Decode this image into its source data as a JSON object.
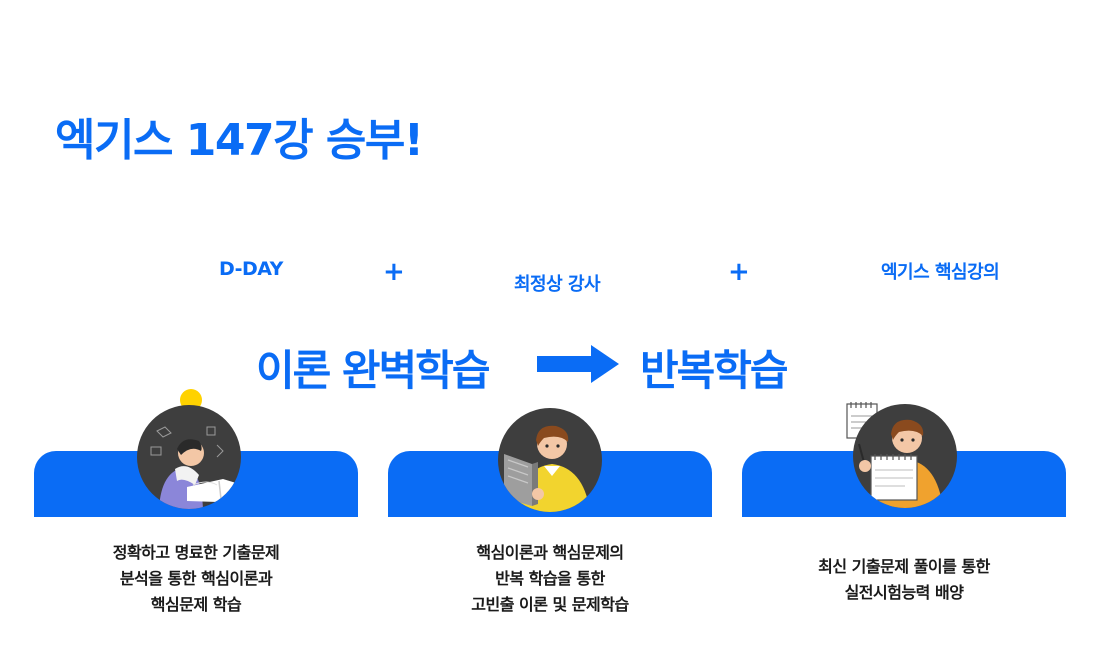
{
  "title": "엑기스 147강 승부!",
  "top_labels": {
    "left": "D-DAY",
    "middle": "최정상 강사",
    "right": "엑기스 핵심강의"
  },
  "plus": "+",
  "flow": {
    "from": "이론 완벽학습",
    "to": "반복학습"
  },
  "cards": [
    {
      "lines": [
        "정확하고 명료한 기출문제",
        "분석을 통한 핵심이론과",
        "핵심문제 학습"
      ]
    },
    {
      "lines": [
        "핵심이론과 핵심문제의",
        "반복 학습을 통한",
        "고빈출 이론 및 문제학습"
      ]
    },
    {
      "lines": [
        "최신 기출문제 풀이를 통한",
        "실전시험능력 배양"
      ]
    }
  ],
  "colors": {
    "accent": "#0a6cf5",
    "circle": "#3e3e3e",
    "bulb": "#ffd200"
  },
  "icons": [
    "lightbulb-icon",
    "student-reading-icon",
    "student-book-icon",
    "student-notepad-icon",
    "arrow-right-icon"
  ]
}
